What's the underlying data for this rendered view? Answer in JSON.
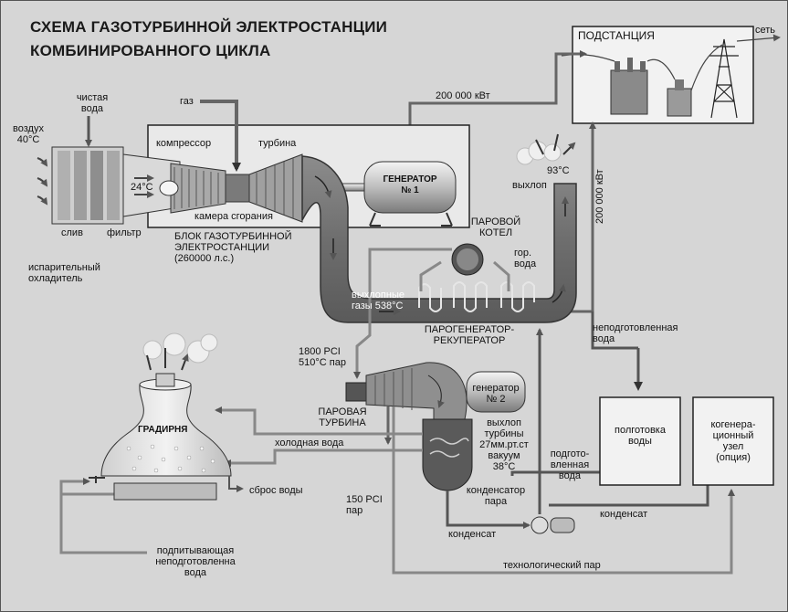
{
  "title": {
    "line1": "СХЕМА ГАЗОТУРБИННОЙ ЭЛЕКТРОСТАНЦИИ",
    "line2": "КОМБИНИРОВАННОГО ЦИКЛА"
  },
  "labels": {
    "substation": "ПОДСТАНЦИЯ",
    "grid": "сеть",
    "power_top": "200 000 кВт",
    "power_side": "200 000 кВт",
    "gas": "газ",
    "clean_water_1": "чистая",
    "clean_water_2": "вода",
    "air_1": "воздух",
    "air_2": "40°С",
    "compressor": "компрессор",
    "turbine": "турбина",
    "temp_24": "24°С",
    "combustion": "камера сгорания",
    "generator1_1": "ГЕНЕРАТОР",
    "generator1_2": "№ 1",
    "drain": "слив",
    "filter": "фильтр",
    "evap_1": "испарительный",
    "evap_2": "охладитель",
    "gt_block_1": "БЛОК ГАЗОТУРБИННОЙ",
    "gt_block_2": "ЭЛЕКТРОСТАНЦИИ",
    "gt_block_3": "(260000 л.с.)",
    "temp_93": "93°С",
    "exhaust": "выхлоп",
    "boiler_1": "ПАРОВОЙ",
    "boiler_2": "КОТЕЛ",
    "hotwater_1": "гор.",
    "hotwater_2": "вода",
    "exhaust_gas_1": "выхлопные",
    "exhaust_gas_2": "газы 538°С",
    "hrsg_1": "ПАРОГЕНЕРАТОР-",
    "hrsg_2": "РЕКУПЕРАТОР",
    "untreated_1": "неподготовленная",
    "untreated_2": "вода",
    "steam_1800_1": "1800 PCI",
    "steam_1800_2": "510°С пар",
    "steam_turbine_1": "ПАРОВАЯ",
    "steam_turbine_2": "ТУРБИНА",
    "generator2_1": "генератор",
    "generator2_2": "№ 2",
    "turbine_exhaust_1": "выхлоп",
    "turbine_exhaust_2": "турбины",
    "turbine_exhaust_3": "27мм.рт.ст",
    "turbine_exhaust_4": "вакуум",
    "turbine_exhaust_5": "38°С",
    "water_prep_1": "полготовка",
    "water_prep_2": "воды",
    "cogen_1": "когенера-",
    "cogen_2": "ционный",
    "cogen_3": "узел",
    "cogen_4": "(опция)",
    "cooling_tower": "ГРАДИРНЯ",
    "cold_water": "холодная вода",
    "treated_1": "подгото-",
    "treated_2": "вленная",
    "treated_3": "вода",
    "water_drop": "сброс воды",
    "condenser_1": "конденсатор",
    "condenser_2": "пара",
    "steam_150_1": "150 PCI",
    "steam_150_2": "пар",
    "condensate_1": "конденсат",
    "condensate_2": "конденсат",
    "makeup_1": "подпитывающая",
    "makeup_2": "неподготовленна",
    "makeup_3": "вода",
    "process_steam": "технологический пар"
  }
}
